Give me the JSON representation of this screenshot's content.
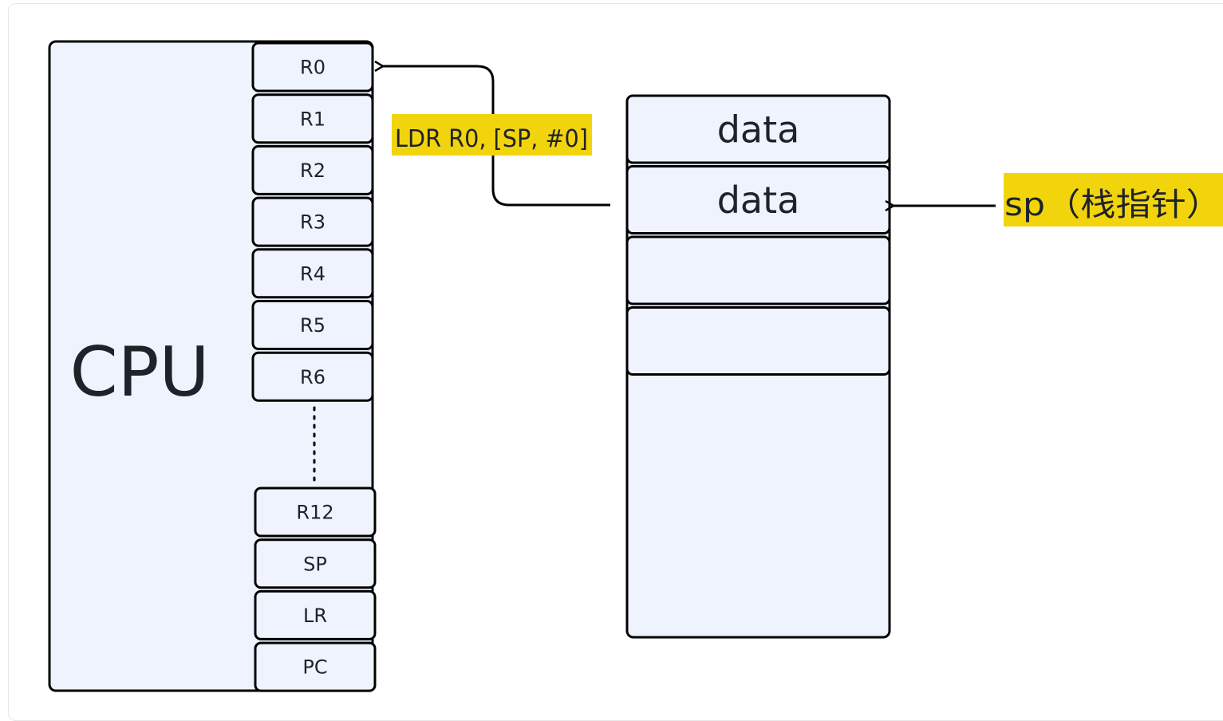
{
  "cpu": {
    "label": "CPU",
    "registers_top": [
      "R0",
      "R1",
      "R2",
      "R3",
      "R4",
      "R5",
      "R6"
    ],
    "registers_bottom": [
      "R12",
      "SP",
      "LR",
      "PC"
    ]
  },
  "instruction": {
    "label": "LDR R0, [SP, #0]"
  },
  "stack": {
    "cells": [
      "data",
      "data",
      "",
      ""
    ]
  },
  "sp_pointer": {
    "label": "sp（栈指针）"
  },
  "colors": {
    "box_fill": "#eef3fd",
    "stroke": "#000000",
    "highlight": "#f2d40d",
    "text": "#1f2329"
  }
}
